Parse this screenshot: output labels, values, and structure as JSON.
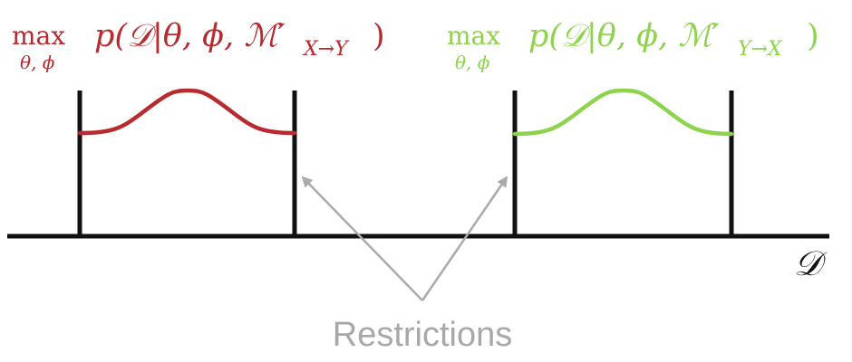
{
  "left_formula": {
    "operator": "max",
    "subscript": "θ, ϕ",
    "expression": "p(𝒟|θ, ϕ, ℳ′",
    "model_subscript": "X→Y",
    "closing": ")",
    "color": "#b82a2e"
  },
  "right_formula": {
    "operator": "max",
    "subscript": "θ, ϕ",
    "expression": "p(𝒟|θ, ϕ, ℳ′",
    "model_subscript": "Y→X",
    "closing": ")",
    "color": "#8ed34c"
  },
  "axis_label": "𝒟",
  "annotation_label": "Restrictions",
  "colors": {
    "axis": "#111111",
    "arrow": "#aaaaaa",
    "annotation": "#a8a8a8"
  }
}
